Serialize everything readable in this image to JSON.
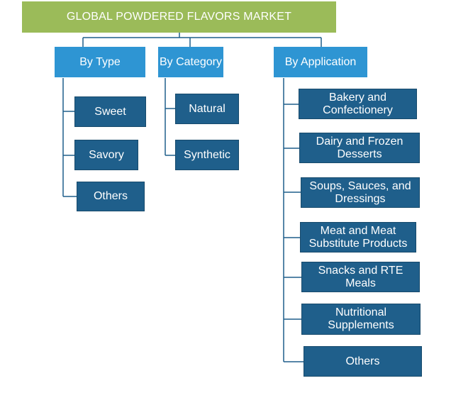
{
  "title": "GLOBAL POWDERED FLAVORS MARKET",
  "colors": {
    "title_bg": "#9bbb59",
    "category_bg": "#2e95d3",
    "leaf_bg": "#1f5f8b",
    "connector": "#1f5f8b",
    "text": "#ffffff"
  },
  "categories": [
    {
      "label": "By Type",
      "items": [
        "Sweet",
        "Savory",
        "Others"
      ]
    },
    {
      "label": "By Category",
      "items": [
        "Natural",
        "Synthetic"
      ]
    },
    {
      "label": "By Application",
      "items": [
        "Bakery and Confectionery",
        "Dairy and Frozen Desserts",
        "Soups, Sauces, and Dressings",
        "Meat and Meat Substitute Products",
        "Snacks and RTE Meals",
        "Nutritional Supplements",
        "Others"
      ]
    }
  ]
}
